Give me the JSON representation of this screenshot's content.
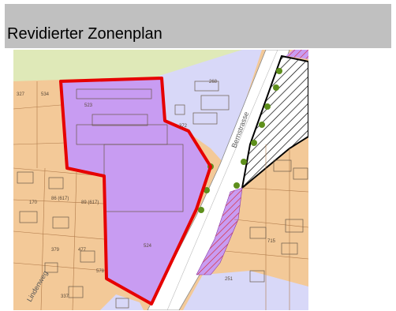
{
  "header": {
    "title": "Revidierter Zonenplan"
  },
  "map": {
    "street_labels": [
      "Bernstrasse",
      "Lindenweg"
    ],
    "plot_numbers": [
      "327",
      "534",
      "523",
      "268",
      "372",
      "170",
      "86 (617)",
      "89 (617)",
      "379",
      "477",
      "524",
      "578",
      "337",
      "715",
      "251"
    ],
    "colors": {
      "residential_zone": "#f3c998",
      "public_zone": "#c89cf2",
      "light_public_zone": "#d8d8f8",
      "green_zone": "#dfe9b8",
      "road": "#ffffff",
      "perimeter": "#e60000",
      "protection_hatch": "#000000",
      "tree": "#5e8f1c"
    }
  }
}
